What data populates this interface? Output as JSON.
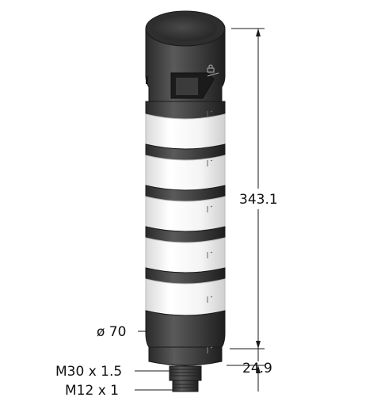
{
  "dimensions": {
    "height_total": "343.1",
    "height_base": "24.9",
    "diameter": "ø 70",
    "thread_main": "M30 x 1.5",
    "thread_connector": "M12 x 1"
  },
  "colors": {
    "housing_dark": "#3a3a3a",
    "housing_shade": "#262626",
    "light_segment": "#f2f2f2",
    "line": "#1a1a1a"
  },
  "segments": {
    "light_modules": 5,
    "icon": "lock-icon"
  }
}
